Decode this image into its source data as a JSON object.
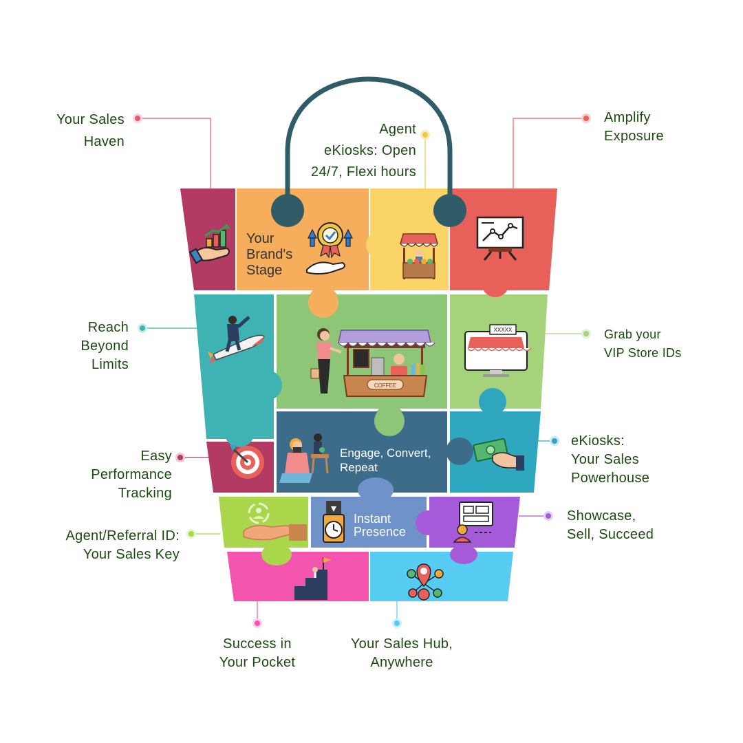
{
  "colors": {
    "text": "#1d4a14",
    "handle": "#2f5c66"
  },
  "labels": {
    "your_sales_haven": [
      "Your Sales",
      "Haven"
    ],
    "agent_ekiosks": [
      "Agent",
      "eKiosks: Open",
      "24/7, Flexi hours"
    ],
    "amplify_exposure": [
      "Amplify",
      "Exposure"
    ],
    "reach_beyond_limits": [
      "Reach",
      "Beyond",
      "Limits"
    ],
    "grab_vip_store_ids": [
      "Grab your",
      "VIP Store IDs"
    ],
    "easy_performance_tracking": [
      "Easy",
      "Performance",
      "Tracking"
    ],
    "ekiosks_sales_powerhouse": [
      "eKiosks:",
      "Your Sales",
      "Powerhouse"
    ],
    "agent_referral_id": [
      "Agent/Referral ID:",
      "Your Sales Key"
    ],
    "showcase_sell_succeed": [
      "Showcase,",
      "Sell, Succeed"
    ],
    "success_in_pocket": [
      "Success in",
      "Your Pocket"
    ],
    "your_sales_hub": [
      "Your Sales Hub,",
      "Anywhere"
    ]
  },
  "pieces": {
    "your_brands_stage": [
      "Your",
      "Brand's",
      "Stage"
    ],
    "engage_convert_repeat": [
      "Engage, Convert,",
      "Repeat"
    ],
    "instant_presence": [
      "Instant",
      "Presence"
    ],
    "store_sign": "XXXXX",
    "coffee_sign": "COFFEE"
  },
  "icons": [
    "growth-hand-icon",
    "award-hand-icon",
    "market-stall-icon",
    "presentation-chart-icon",
    "rocket-man-icon",
    "coffee-kiosk-scene",
    "online-store-icon",
    "target-icon",
    "photographer-scene",
    "cash-hand-icon",
    "referral-hand-icon",
    "clock-time-icon",
    "dashboard-person-icon",
    "goal-climb-icon",
    "location-network-icon"
  ]
}
